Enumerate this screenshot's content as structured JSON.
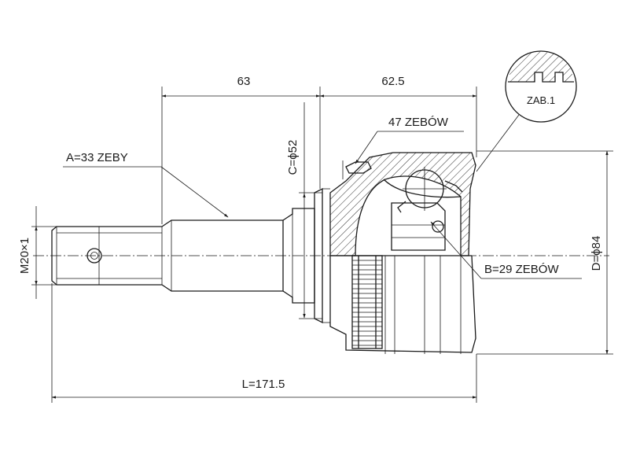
{
  "labels": {
    "dim_top_left": "63",
    "dim_top_right": "62.5",
    "splines_outer": "47 ZEBÓW",
    "splines_a": "A=33 ZEBY",
    "thread": "M20×1",
    "dim_c": "C=ϕ52",
    "splines_b": "B=29 ZEBÓW",
    "dim_d": "D=ϕ84",
    "length": "L=171.5",
    "detail": "ZAB.1"
  }
}
